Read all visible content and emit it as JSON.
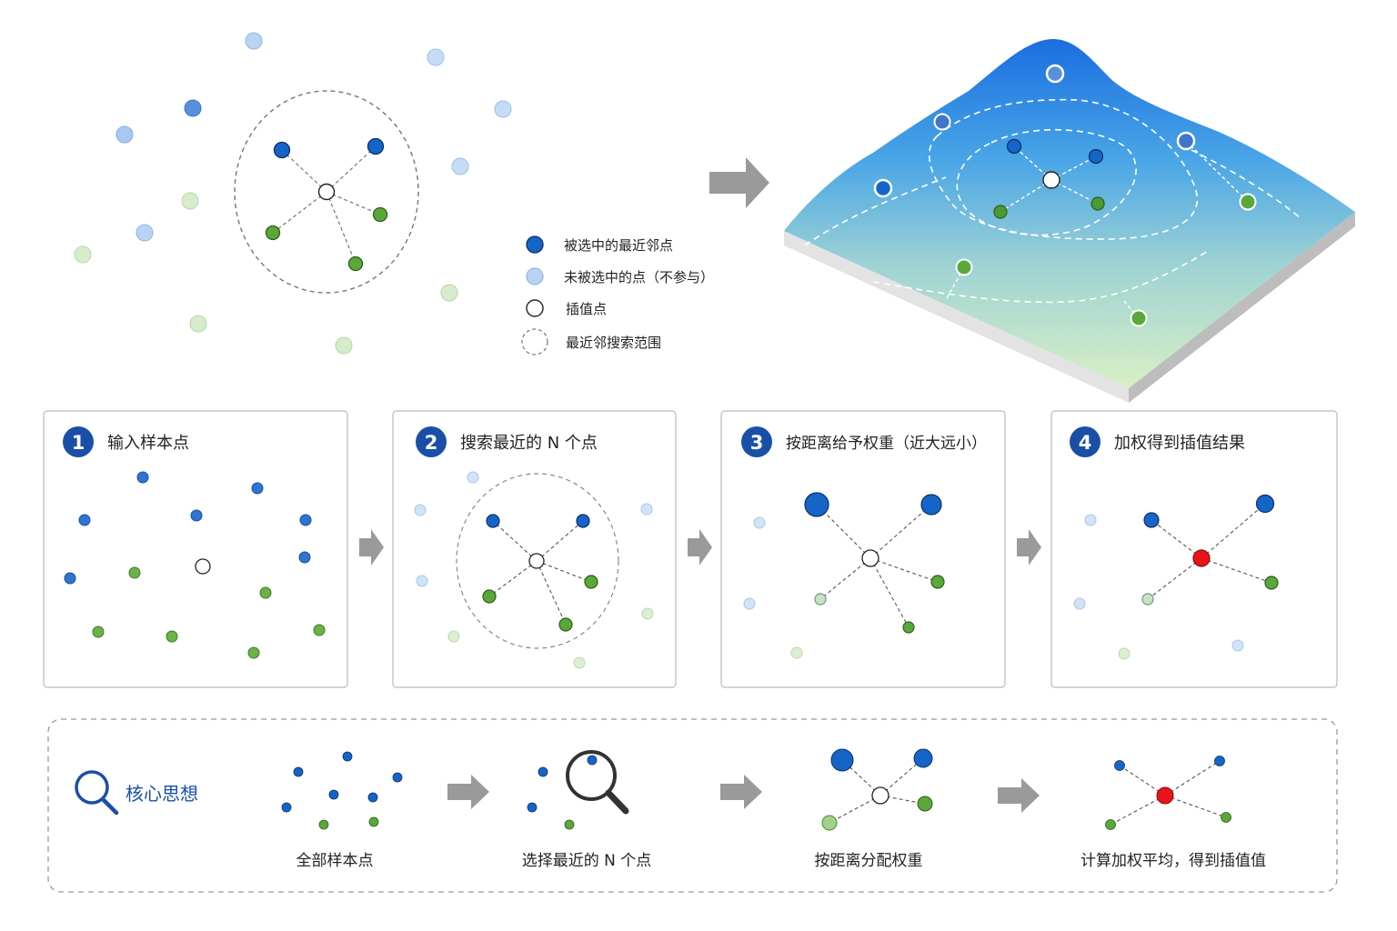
{
  "legend": {
    "selected": "被选中的最近邻点",
    "unselected": "未被选中的点（不参与）",
    "interp": "插值点",
    "range": "最近邻搜索范围"
  },
  "steps": [
    {
      "num": "1",
      "title": "输入样本点"
    },
    {
      "num": "2",
      "title": "搜索最近的 N 个点"
    },
    {
      "num": "3",
      "title": "按距离给予权重（近大远小）"
    },
    {
      "num": "4",
      "title": "加权得到插值结果"
    }
  ],
  "core": {
    "title": "核心思想",
    "labels": [
      "全部样本点",
      "选择最近的 N 个点",
      "按距离分配权重",
      "计算加权平均，得到插值值"
    ]
  },
  "colors": {
    "blue_dark": "#1565c8",
    "blue_light": "#b9d4f3",
    "green_dark": "#5aa83a",
    "green_light": "#cfe6c2",
    "red": "#e8131b",
    "accent": "#1a4fa8",
    "arrow": "#9a9a9a"
  }
}
